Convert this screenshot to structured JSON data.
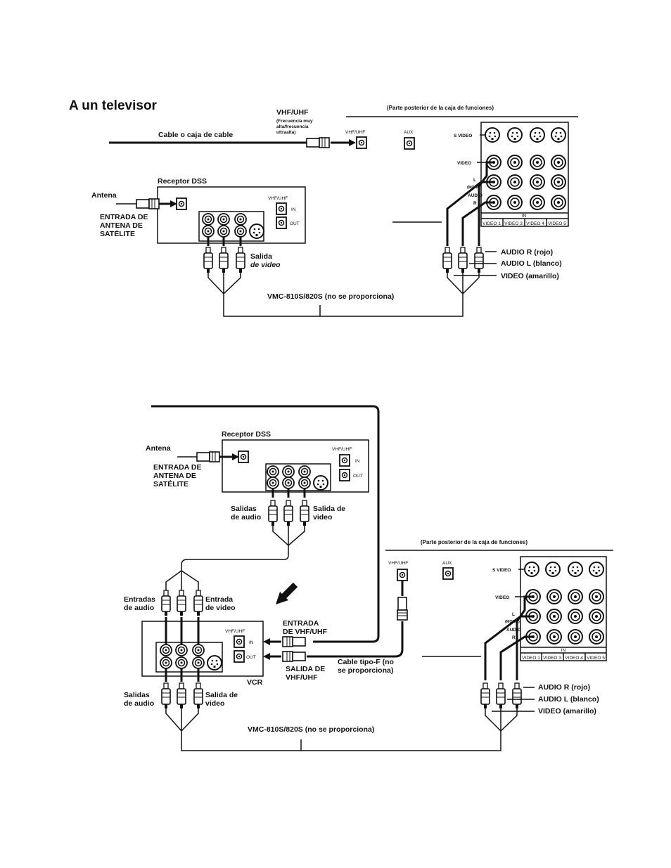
{
  "title": "A un televisor",
  "top": {
    "vhf_uhf": "VHF/UHF",
    "freq_note": [
      "(Frecuencia muy",
      "alta/frecuencia",
      "ultraalta)"
    ],
    "cable_box": "Cable o caja de cable",
    "rear_panel": "(Parte posterior de la caja de funciones)",
    "panel_vhf": "VHF/UHF",
    "panel_aux": "AUX",
    "s_video": "S VIDEO",
    "video": "VIDEO",
    "audio_l": "L",
    "mono": "(MONO)",
    "audio_word": "AUDIO",
    "audio_r": "R",
    "in": "IN",
    "video_ports": [
      "VIDEO 1",
      "VIDEO 3",
      "VIDEO 4",
      "VIDEO 5"
    ],
    "dss_receiver": "Receptor DSS",
    "antenna": "Antena",
    "sat_input": [
      "ENTRADA DE",
      "ANTENA DE",
      "SATÉLITE"
    ],
    "dss_vhf": "VHF/UHF",
    "dss_in": "IN",
    "dss_out": "OUT",
    "output": [
      "Salida",
      "de video"
    ],
    "audio_r_red": "AUDIO R (rojo)",
    "audio_l_white": "AUDIO L (blanco)",
    "video_yellow": "VIDEO (amarillo)",
    "cable_model": "VMC-810S/820S  (no se proporciona)"
  },
  "bottom": {
    "dss_receiver": "Receptor DSS",
    "antenna": "Antena",
    "sat_input": [
      "ENTRADA DE",
      "ANTENA DE",
      "SATÉLITE"
    ],
    "dss_vhf": "VHF/UHF",
    "dss_in": "IN",
    "dss_out": "OUT",
    "audio_outputs": [
      "Salidas",
      "de audio"
    ],
    "video_output": [
      "Salida de",
      "video"
    ],
    "rear_panel": "(Parte posterior de la caja de funciones)",
    "panel_vhf": "VHF/UHF",
    "panel_aux": "AUX",
    "s_video": "S VIDEO",
    "video": "VIDEO",
    "audio_l": "L",
    "mono": "(MONO)",
    "audio_word": "AUDIO",
    "audio_r": "R",
    "in": "IN",
    "video_ports": [
      "VIDEO 1",
      "VIDEO 3",
      "VIDEO 4",
      "VIDEO 5"
    ],
    "audio_inputs": [
      "Entradas",
      "de audio"
    ],
    "video_input": [
      "Entrada",
      "de video"
    ],
    "vhf_input": [
      "ENTRADA",
      "DE VHF/UHF"
    ],
    "vcr_vhf": "VHF/UHF",
    "vcr_in": "IN",
    "vcr_out": "OUT",
    "vhf_output": [
      "SALIDA DE",
      "VHF/UHF"
    ],
    "f_cable": [
      "Cable tipo-F (no",
      "se proporciona)"
    ],
    "vcr": "VCR",
    "vcr_audio_outputs": [
      "Salidas",
      "de audio"
    ],
    "vcr_video_output": [
      "Salida de",
      "video"
    ],
    "audio_r_red": "AUDIO R (rojo)",
    "audio_l_white": "AUDIO L (blanco)",
    "video_yellow": "VIDEO (amarillo)",
    "cable_model": "VMC-810S/820S  (no se proporciona)"
  }
}
